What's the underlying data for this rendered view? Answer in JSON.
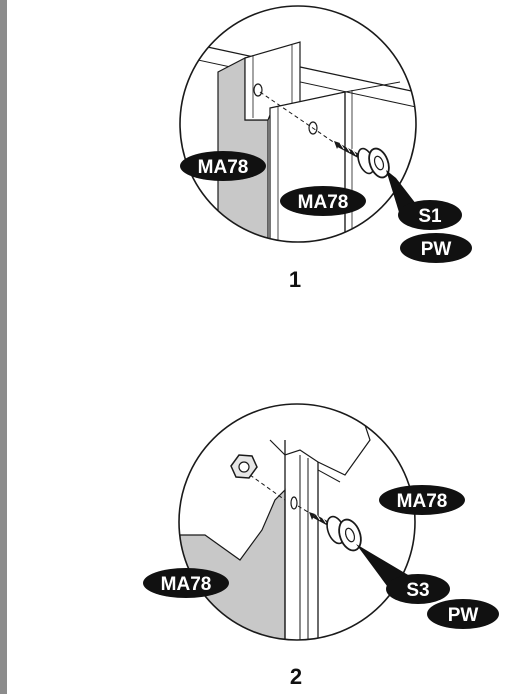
{
  "colors": {
    "frame_bar": "#8c8c8c",
    "panel_fill": "#c8c8c8",
    "line": "#1a1a1a",
    "label_bg": "#111111",
    "label_text": "#ffffff"
  },
  "steps": [
    {
      "number": "1",
      "labels": {
        "part_a": "MA78",
        "part_b": "MA78",
        "screw": "S1",
        "washer": "PW"
      }
    },
    {
      "number": "2",
      "labels": {
        "part_a": "MA78",
        "part_b": "MA78",
        "screw": "S3",
        "washer": "PW"
      }
    }
  ],
  "icons": [
    "hex-nut-icon",
    "screw-icon",
    "washer-icon"
  ]
}
